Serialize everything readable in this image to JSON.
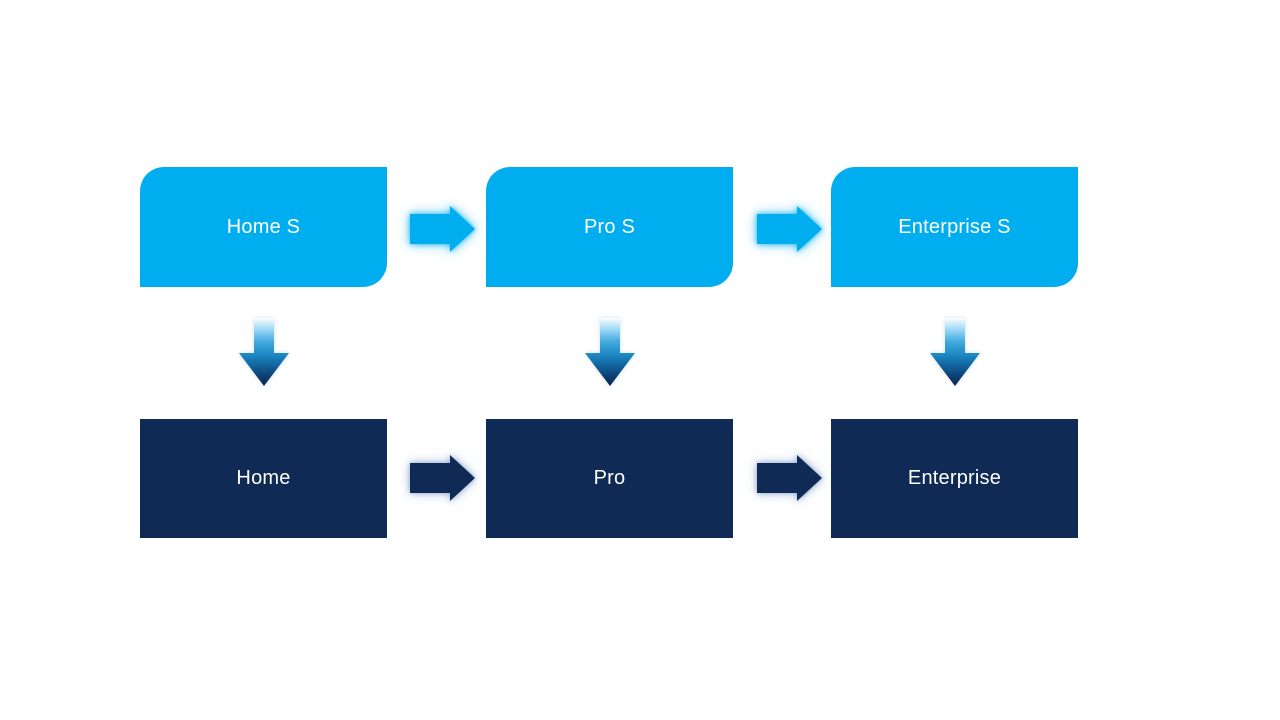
{
  "diagram": {
    "type": "flow",
    "description": "Two-row horizontal process flow; each top stage points right to the next top stage and down to its bottom counterpart",
    "columns": [
      {
        "top_label": "Home S",
        "bottom_label": "Home"
      },
      {
        "top_label": "Pro S",
        "bottom_label": "Pro"
      },
      {
        "top_label": "Enterprise S",
        "bottom_label": "Enterprise"
      }
    ],
    "colors": {
      "top_box_fill": "#00aeef",
      "bottom_box_fill": "#0e2a55",
      "label_text": "#ffffff",
      "right_arrow_top": "#00aeef",
      "right_arrow_bottom": "#0e2a55",
      "down_arrow_gradient": [
        "#ffffff",
        "#b5e4fa",
        "#41aade",
        "#1b86c2",
        "#0e5088",
        "#0b2348"
      ],
      "background": "#ffffff"
    }
  }
}
